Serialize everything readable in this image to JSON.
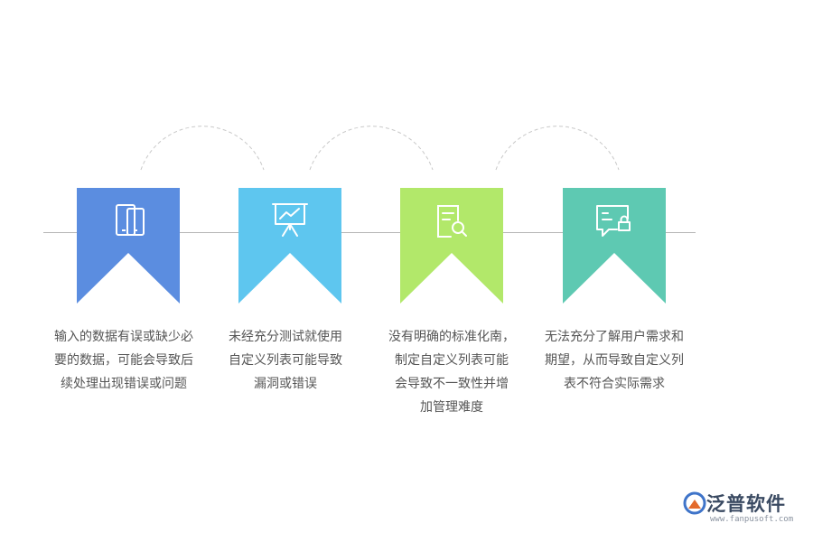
{
  "colors": {
    "step1": "#5b8de0",
    "step2": "#5ec6ef",
    "step3": "#b2e86a",
    "step4": "#5ec9b2",
    "line": "#b5b5b5",
    "text": "#555555"
  },
  "steps": [
    {
      "icon": "tablet-phone-icon",
      "text": "输入的数据有误或缺少必\n要的数据，可能会导致后\n续处理出现错误或问题"
    },
    {
      "icon": "presentation-chart-icon",
      "text": "未经充分测试就使用\n自定义列表可能导致\n漏洞或错误"
    },
    {
      "icon": "document-search-icon",
      "text": "没有明确的标准化南，\n制定自定义列表可能\n会导致不一致性并增\n加管理难度"
    },
    {
      "icon": "message-lock-icon",
      "text": "无法充分了解用户需求和\n期望，从而导致自定义列\n表不符合实际需求"
    }
  ],
  "logo": {
    "name": "泛普软件",
    "url": "www.fanpusoft.com"
  }
}
